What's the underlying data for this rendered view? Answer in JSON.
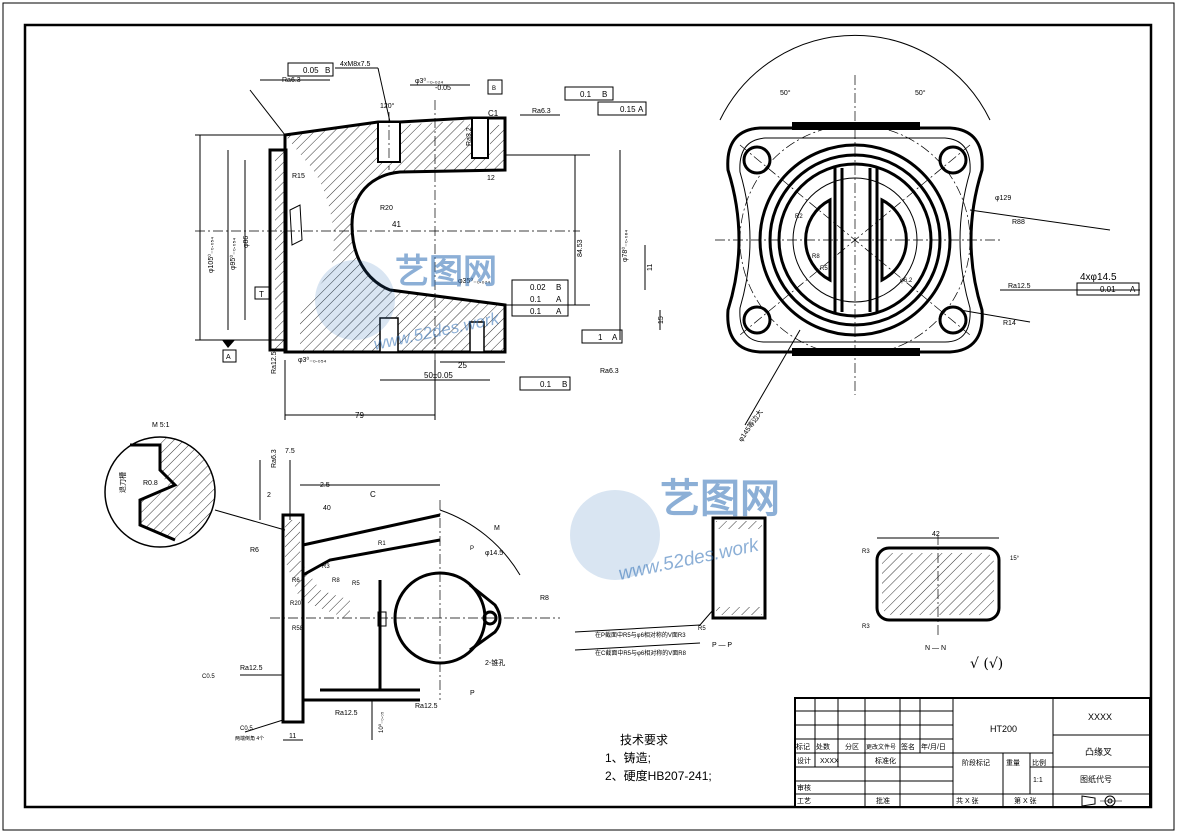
{
  "watermark": {
    "brand": "艺图网",
    "url": "www.52des.work"
  },
  "top_left_view": {
    "dims": [
      "Ra6.3",
      "0.05",
      "B",
      "4xM8x7.5",
      "φ3⁰₋₀.₀₂₄",
      "-0.05",
      "B",
      "0.1",
      "B",
      "0.15",
      "A",
      "Ra6.3",
      "120°",
      "C1",
      "Ra3.2",
      "12",
      "R15",
      "R20",
      "41",
      "φ86",
      "φ105⁰₋₀.₀₅₄",
      "φ95⁰₋₀.₀₅₄",
      "84.53",
      "φ78⁰₋₀.₀₆₄",
      "11",
      "15",
      "φ35⁰₋₀.₀₂₄",
      "0.02",
      "B",
      "0.1",
      "A",
      "0.1",
      "A",
      "T",
      "A",
      "Ra12.5",
      "φ3⁰₋₀.₀₅₄",
      "25",
      "50±0.05",
      "0.1",
      "B",
      "Ra6.3",
      "79",
      "1",
      "A"
    ]
  },
  "top_right_view": {
    "dims": [
      "50°",
      "50°",
      "φ129",
      "R88",
      "4xφ14.5",
      "0.01",
      "A",
      "Ra12.5",
      "R14",
      "φ145等边大",
      "R2",
      "φ6.2",
      "R8",
      "R5"
    ]
  },
  "detail_view": {
    "title": "M 5:1",
    "dims": [
      "退刀槽",
      "R0.8"
    ]
  },
  "bottom_left_view": {
    "dims": [
      "7.5",
      "Ra6.3",
      "2.5",
      "C",
      "2",
      "40",
      "R6",
      "R1",
      "R3",
      "R5",
      "R8",
      "R6",
      "φ14.5",
      "M",
      "P",
      "R8",
      "R58",
      "R20",
      "2-锥孔",
      "C0.5",
      "Ra12.5",
      "Ra12.5",
      "C0.5",
      "两端倒角 4个",
      "11",
      "10⁰₋₀.₀₅",
      "Ra12.5",
      "P"
    ]
  },
  "notes": {
    "note1": "在P截面中R5与φ6相对称的V面R3",
    "note2": "在C截面中R5与φ6相对称的V面R8",
    "pp_label": "P — P",
    "nn_label": "N — N",
    "r5": "R5"
  },
  "section_nn": {
    "dims": [
      "42",
      "R3",
      "R3",
      "15°"
    ]
  },
  "roughness_symbol": "√ (√)",
  "tech_req": {
    "title": "技术要求",
    "item1": "1、铸造;",
    "item2": "2、硬度HB207-241;"
  },
  "title_block": {
    "material": "HT200",
    "company": "XXXX",
    "part_name": "凸缘叉",
    "drawing_no_label": "图纸代号",
    "row_headers": [
      "标记",
      "处数",
      "分区",
      "更改文件号",
      "签名",
      "年/月/日"
    ],
    "design_label": "设计",
    "design_value": "XXXX",
    "standard_label": "标准化",
    "review_label": "审核",
    "process_label": "工艺",
    "approve_label": "批准",
    "stage_label": "阶段标记",
    "weight_label": "重量",
    "scale_label": "比例",
    "scale_value": "1:1",
    "total_sheets": "共 X 张",
    "sheet_no": "第 X 张"
  }
}
